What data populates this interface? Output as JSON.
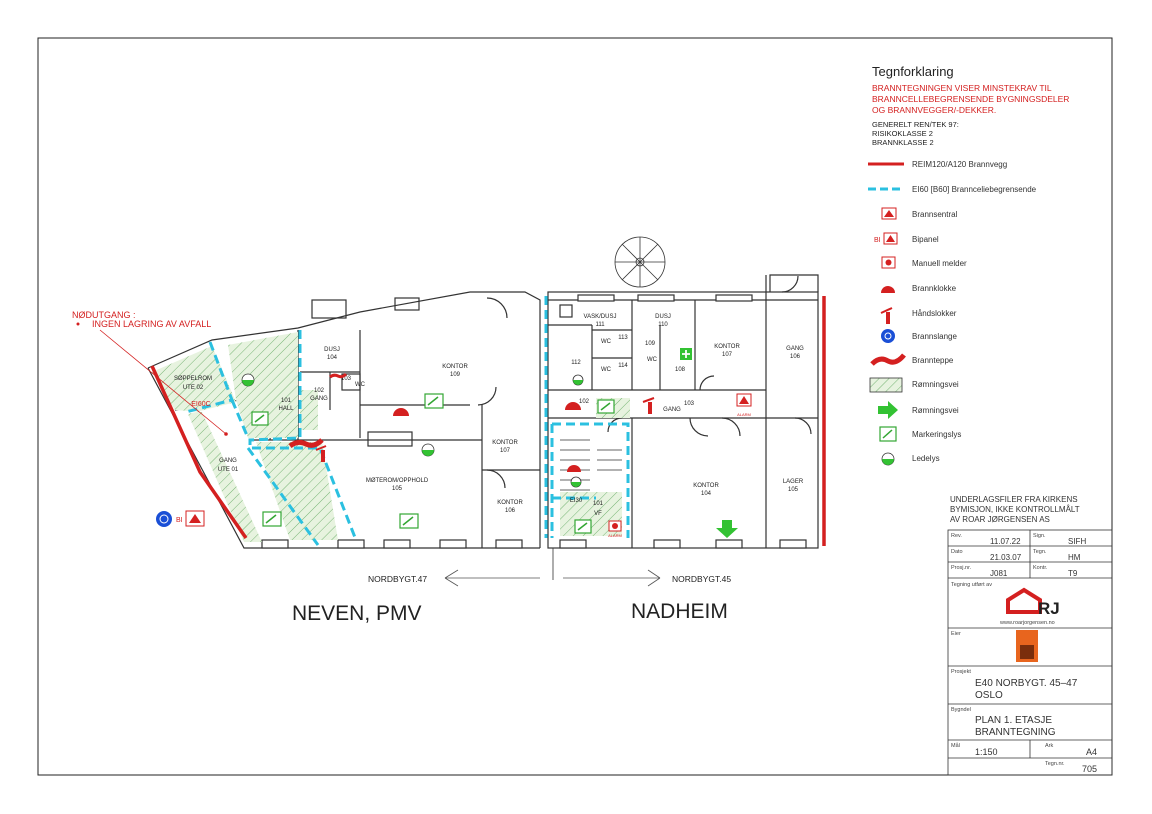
{
  "legend": {
    "title": "Tegnforklaring",
    "note_lines": [
      "BRANNTEGNINGEN VISER MINSTEKRAV TIL",
      "BRANNCELLEBEGRENSENDE BYGNINGSDELER",
      "OG BRANNVEGGER/-DEKKER."
    ],
    "general_lines": [
      "GENERELT REN/TEK 97:",
      "RISIKOKLASSE 2",
      "BRANNKLASSE 2"
    ],
    "items": [
      {
        "label": "REIM120/A120 Brannvegg",
        "icon": "fire-wall-line",
        "color": "#d42020"
      },
      {
        "label": "EI60 [B60] Brannceliebegrensende",
        "icon": "fire-cell-dashed-line",
        "color": "#2bc0e0"
      },
      {
        "label": "Brannsentral",
        "icon": "fire-central-icon",
        "color": "#d42020"
      },
      {
        "label": "Bipanel",
        "icon": "sub-panel-icon",
        "color": "#d42020"
      },
      {
        "label": "Manuell melder",
        "icon": "manual-call-point-icon",
        "color": "#d42020"
      },
      {
        "label": "Brannklokke",
        "icon": "fire-bell-icon",
        "color": "#d42020"
      },
      {
        "label": "Håndslokker",
        "icon": "fire-extinguisher-icon",
        "color": "#d42020"
      },
      {
        "label": "Brannslange",
        "icon": "fire-hose-icon",
        "color": "#1a4fd6"
      },
      {
        "label": "Brannteppe",
        "icon": "fire-blanket-icon",
        "color": "#d42020"
      },
      {
        "label": "Rømningsvei",
        "icon": "escape-route-hatch-icon",
        "color": "#3aa63a"
      },
      {
        "label": "Rømningsvei",
        "icon": "escape-arrow-icon",
        "color": "#33c233"
      },
      {
        "label": "Markeringslys",
        "icon": "marking-light-icon",
        "color": "#33c233"
      },
      {
        "label": "Ledelys",
        "icon": "guide-light-icon",
        "color": "#33c233"
      }
    ]
  },
  "plan": {
    "warning_title": "NØDUTGANG :",
    "warning_item": "INGEN LAGRING AV AVFALL",
    "building_left": "NEVEN, PMV",
    "building_right": "NADHEIM",
    "street_left": "NORDBYGT.47",
    "street_right": "NORDBYGT.45",
    "rooms": [
      {
        "name": "SØPPELROM",
        "number": "UTE 02"
      },
      {
        "name": "GANG",
        "number": "UTE 01"
      },
      {
        "name": "101",
        "number": "HALL"
      },
      {
        "name": "102",
        "number": "GANG"
      },
      {
        "name": "DUSJ",
        "number": "104"
      },
      {
        "name": "103",
        "number": "WC"
      },
      {
        "name": "KONTOR",
        "number": "109"
      },
      {
        "name": "KONTOR",
        "number": "107"
      },
      {
        "name": "KONTOR",
        "number": "106"
      },
      {
        "name": "MØTEROM/OPPHOLD",
        "number": "105"
      },
      {
        "name": "VASK/DUSJ",
        "number": "111"
      },
      {
        "name": "DUSJ",
        "number": "110"
      },
      {
        "name": "112",
        "number": ""
      },
      {
        "name": "113",
        "number": "WC"
      },
      {
        "name": "114",
        "number": "WC"
      },
      {
        "name": "109",
        "number": "WC"
      },
      {
        "name": "108",
        "number": ""
      },
      {
        "name": "KONTOR",
        "number": "107"
      },
      {
        "name": "GANG",
        "number": "106"
      },
      {
        "name": "102",
        "number": ""
      },
      {
        "name": "103",
        "number": "GANG"
      },
      {
        "name": "101",
        "number": "VF"
      },
      {
        "name": "KONTOR",
        "number": "104"
      },
      {
        "name": "LAGER",
        "number": "105"
      }
    ],
    "small_labels": {
      "ei60c": "EI60C",
      "ei30": "EI30",
      "bi": "BI",
      "alarm": "ALARM"
    }
  },
  "title_block": {
    "underlag_lines": [
      "UNDERLAGSFILER FRA KIRKENS",
      "BYMISJON, IKKE KONTROLLMÅLT",
      "AV ROAR JØRGENSEN AS"
    ],
    "rev_label": "Rev.",
    "rev_value": "11.07.22",
    "sign_label": "Sign.",
    "sign_value": "SIFH",
    "date_label": "Dato",
    "date_value": "21.03.07",
    "drawn_label": "Tegn.",
    "drawn_value": "HM",
    "project_no_label": "Prosj.nr.",
    "project_no_value": "J081",
    "control_label": "Kontr.",
    "control_value": "T9",
    "drawn_by_label": "Tegning utført av",
    "company_logo": "RJ",
    "company_url": "www.roarjorgensen.no",
    "owner_label": "Eier",
    "project_label": "Prosjekt",
    "project_lines": [
      "E40 NORBYGT. 45–47",
      "OSLO"
    ],
    "building_part_label": "Bygndel",
    "drawing_lines": [
      "PLAN 1. ETASJE",
      "BRANNTEGNING"
    ],
    "scale_label": "Mål",
    "scale_value": "1:150",
    "sheet_label": "Ark",
    "sheet_value": "A4",
    "drawing_no_label": "Tegn.nr.",
    "drawing_no_value": "705"
  }
}
